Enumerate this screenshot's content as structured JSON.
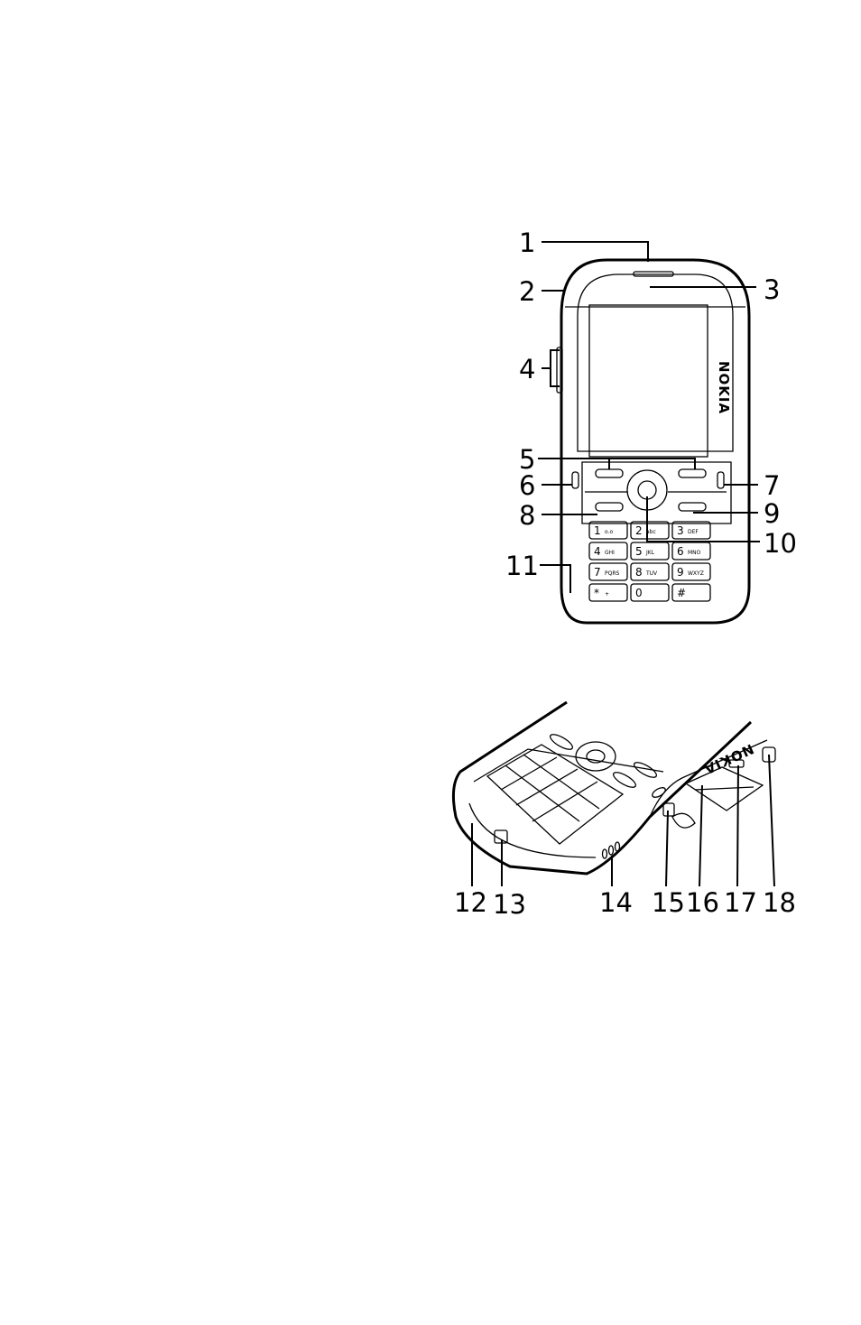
{
  "brand": "NOKIA",
  "front_callouts": [
    "1",
    "2",
    "3",
    "4",
    "5",
    "6",
    "7",
    "8",
    "9",
    "10",
    "11"
  ],
  "bottom_callouts": [
    "12",
    "13",
    "14",
    "15",
    "16",
    "17",
    "18"
  ],
  "keypad": [
    {
      "num": "1",
      "sub": "o.o"
    },
    {
      "num": "2",
      "sub": "abc"
    },
    {
      "num": "3",
      "sub": "DEF"
    },
    {
      "num": "4",
      "sub": "GHI"
    },
    {
      "num": "5",
      "sub": "JKL"
    },
    {
      "num": "6",
      "sub": "MNO"
    },
    {
      "num": "7",
      "sub": "PQRS"
    },
    {
      "num": "8",
      "sub": "TUV"
    },
    {
      "num": "9",
      "sub": "WXYZ"
    },
    {
      "num": "*",
      "sub": "+"
    },
    {
      "num": "0",
      "sub": ""
    },
    {
      "num": "#",
      "sub": ""
    }
  ]
}
